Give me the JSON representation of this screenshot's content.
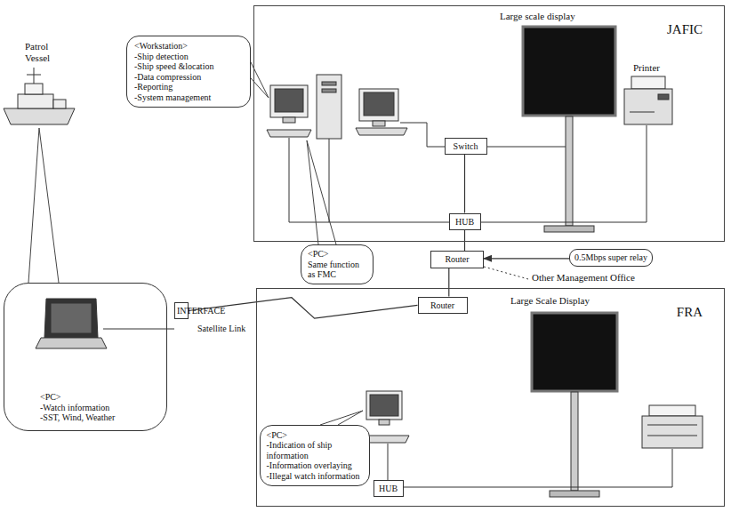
{
  "diagram": {
    "nodes": [
      {
        "text": [
          "<Workstation>",
          "-Ship detection",
          "-Ship speed &location",
          "-Data compression",
          "-Reporting",
          "-System management"
        ]
      },
      {
        "text": [
          "JAFIC"
        ]
      },
      {
        "text": [
          "Switch"
        ],
        "in": 1
      },
      {
        "text": [
          "HUB"
        ],
        "in": 1
      },
      {
        "text": [
          "<PC>",
          "Same function as FMC"
        ]
      },
      {
        "text": [
          "Router"
        ]
      },
      {
        "text": [
          "0.5Mbps super relay"
        ]
      },
      {
        "text": [
          "<PC>",
          "-Watch information",
          "-SST, Wind, Weather"
        ]
      },
      {
        "text": [
          "INTERFACE"
        ]
      },
      {
        "text": [
          "FRA"
        ]
      },
      {
        "text": [
          "Router"
        ],
        "in": 9
      },
      {
        "text": [
          "<PC>",
          "-Indication of ship information",
          "-Information overlaying",
          "-Illegal watch information"
        ],
        "in": 9
      },
      {
        "text": [
          "HUB"
        ],
        "in": 9
      }
    ],
    "edges": [
      {
        "from": 2,
        "to": 3,
        "arrow": "none"
      },
      {
        "from": 3,
        "to": 5,
        "arrow": "none"
      },
      {
        "from": 6,
        "to": 5,
        "arrow": "to"
      },
      {
        "from": 5,
        "to": 10,
        "arrow": "none"
      },
      {
        "from": 8,
        "to": 10,
        "label": "Satellite Link",
        "arrow": "none"
      }
    ],
    "labels": [
      "Patrol Vessel",
      "Large scale display",
      "Printer",
      "Other Management Office",
      "Large Scale Display"
    ]
  }
}
